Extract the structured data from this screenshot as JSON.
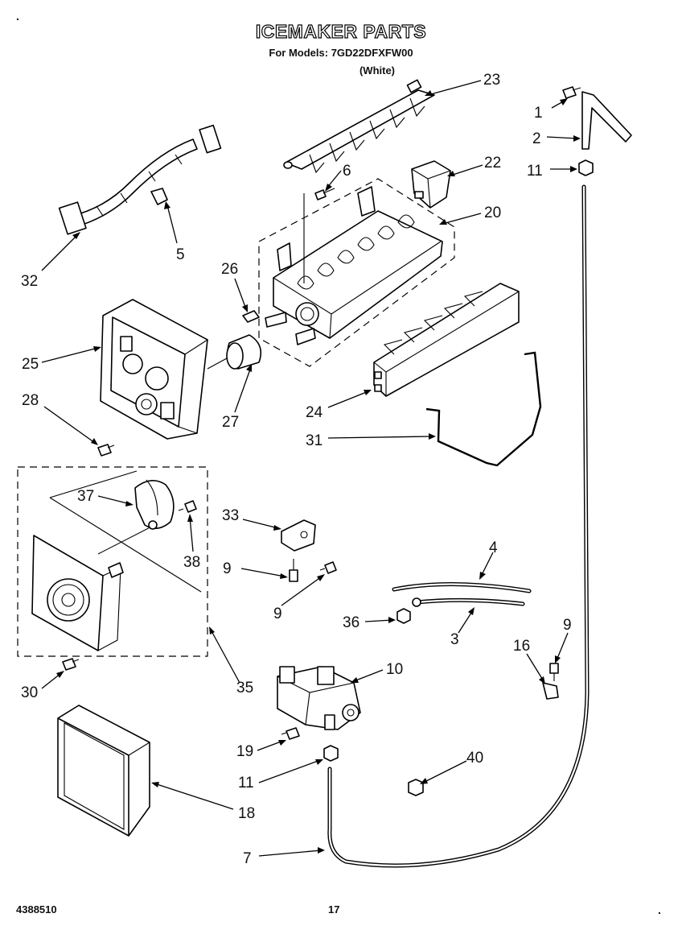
{
  "header": {
    "title": "ICEMAKER PARTS",
    "models": "For Models: 7GD22DFXFW00",
    "color": "(White)"
  },
  "footer": {
    "doc_number": "4388510",
    "page_number": "17"
  },
  "corner_marks": {
    "top_left": ".",
    "bottom_right": "."
  },
  "callouts": {
    "c1": "1",
    "c2": "2",
    "c3": "3",
    "c4": "4",
    "c5": "5",
    "c6": "6",
    "c7": "7",
    "c9a": "9",
    "c9b": "9",
    "c9c": "9",
    "c10": "10",
    "c11a": "11",
    "c11b": "11",
    "c16": "16",
    "c18": "18",
    "c19": "19",
    "c20": "20",
    "c22": "22",
    "c23": "23",
    "c24": "24",
    "c25": "25",
    "c26": "26",
    "c27": "27",
    "c28": "28",
    "c30": "30",
    "c31": "31",
    "c32": "32",
    "c33": "33",
    "c35": "35",
    "c36": "36",
    "c37": "37",
    "c38": "38",
    "c40": "40"
  }
}
